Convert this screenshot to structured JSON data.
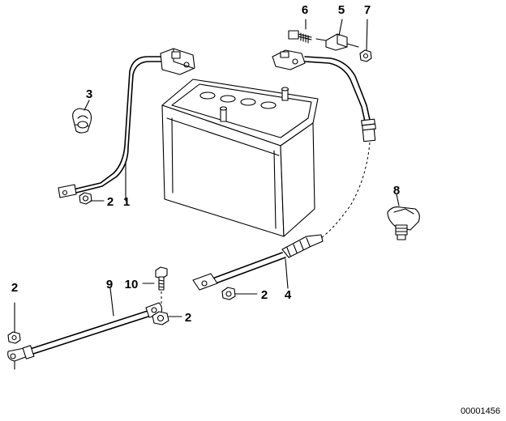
{
  "callouts": {
    "c1": "1",
    "c2a": "2",
    "c2b": "2",
    "c2c": "2",
    "c2d": "2",
    "c3": "3",
    "c4": "4",
    "c5": "5",
    "c6": "6",
    "c7": "7",
    "c8": "8",
    "c9": "9",
    "c10": "10"
  },
  "diagram_code": "00001456"
}
